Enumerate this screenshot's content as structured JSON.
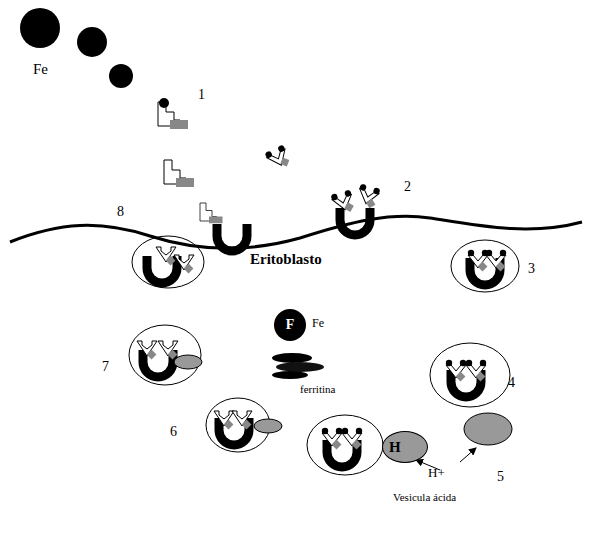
{
  "diagram": {
    "nodes": [
      {
        "text": [
          "F"
        ]
      },
      {
        "text": [
          "H"
        ]
      }
    ],
    "labels": [
      "Fe",
      "1",
      "2",
      "3",
      "4",
      "5",
      "6",
      "7",
      "8",
      "Eritoblasto",
      "Fe",
      "ferritina",
      "H+",
      "Vesicula ácida"
    ]
  }
}
